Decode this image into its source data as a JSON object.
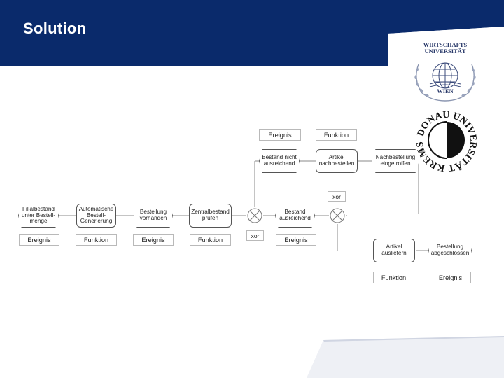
{
  "header": {
    "title": "Solution"
  },
  "logos": {
    "wu_line1": "WIRTSCHAFTS",
    "wu_line2": "UNIVERSITÄT",
    "wu_line3": "WIEN",
    "donau_text": "DONAU UNIVERSITÄT KREMS"
  },
  "diagram": {
    "nodes": {
      "filialbestand": "Filialbestand unter Bestell-menge",
      "automatische": "Automatische Bestell-Generierung",
      "bestellung_vorhanden": "Bestellung vorhanden",
      "zentralbestand": "Zentralbestand prüfen",
      "bestand_nicht": "Bestand nicht ausreichend",
      "artikel_nachbestellen": "Artikel nachbestellen",
      "nachbestellung": "Nachbestellung eingetroffen",
      "bestand_ausreichend": "Bestand ausreichend",
      "artikel_ausliefern": "Artikel ausliefern",
      "bestellung_abgeschlossen": "Bestellung abgeschlossen"
    },
    "legend": {
      "ereignis": "Ereignis",
      "funktion": "Funktion",
      "xor": "xor"
    }
  }
}
